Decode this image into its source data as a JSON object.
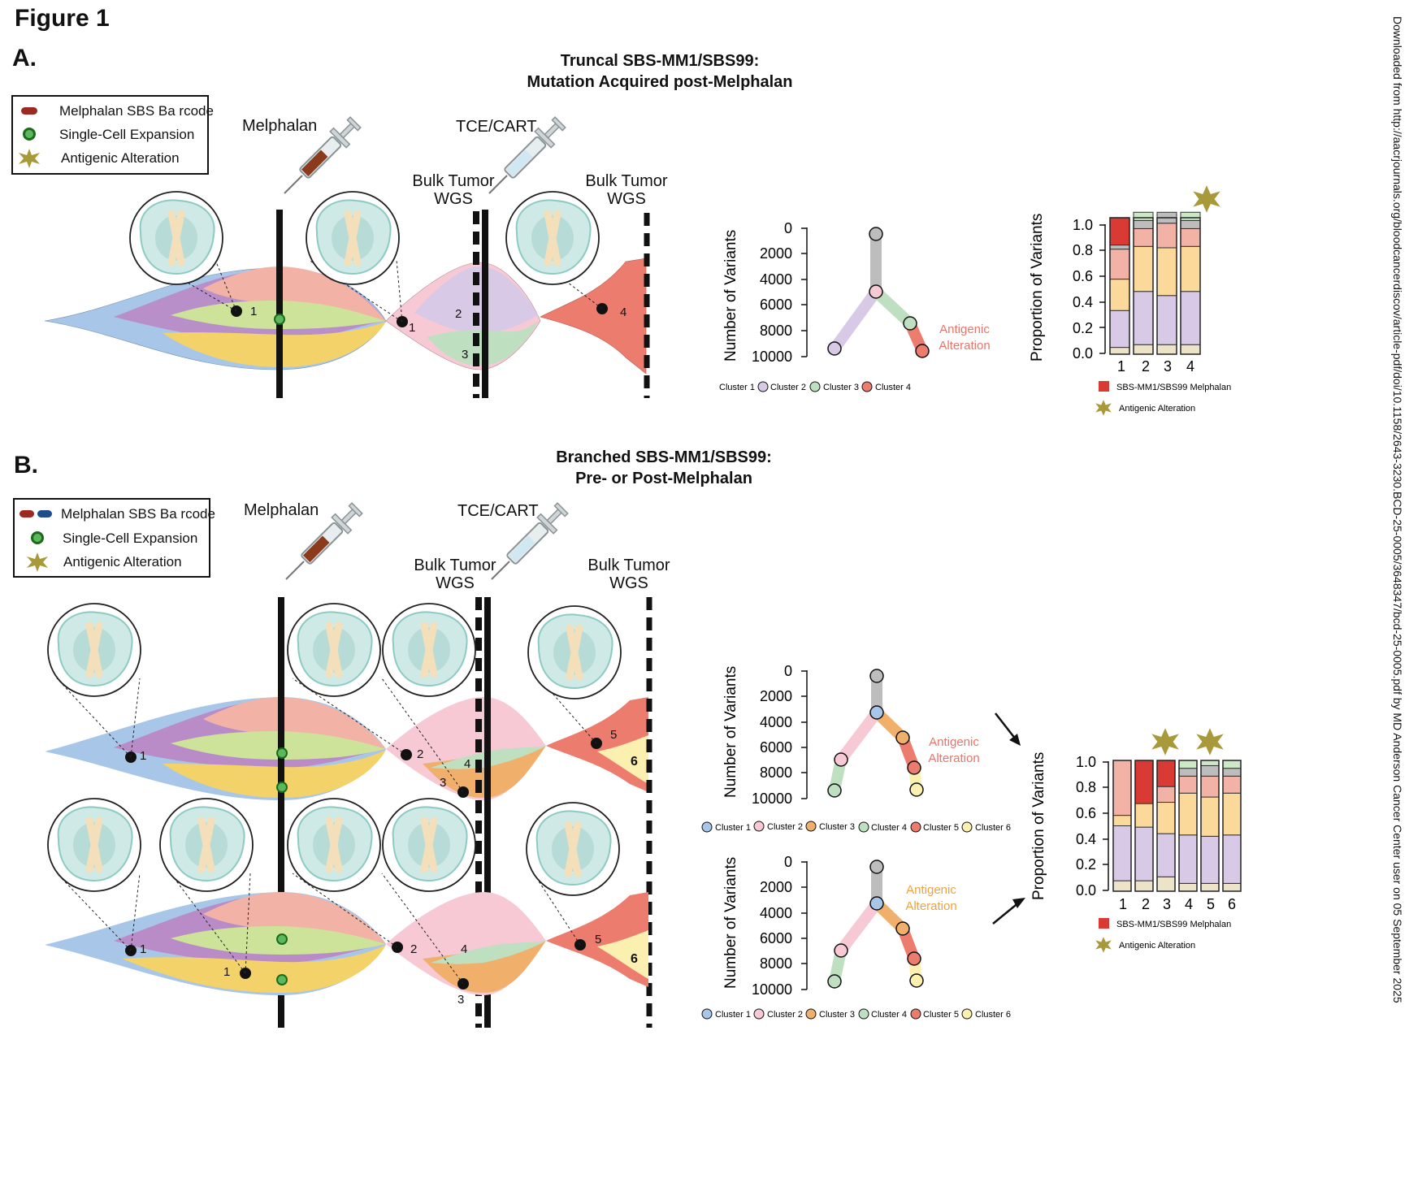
{
  "figure_title": "Figure 1",
  "side_note": "Downloaded from http://aacrjournals.org/bloodcancerdiscov/article-pdf/doi/10.1158/2643-3230.BCD-25-0005/3648347/bcd-25-0005.pdf by MD Anderson Cancer Center user on 05 September 2025",
  "colors": {
    "cluster1": "#f6c9d4",
    "cluster2": "#d8c9e6",
    "cluster3": "#bfe0c0",
    "cluster4_a": "#ec7d6e",
    "cluster3_b": "#f0b06c",
    "cluster6": "#fbf0b0",
    "blue": "#a8c6e8",
    "purple": "#b98cc8",
    "salmon": "#f2b3a6",
    "green": "#cde39a",
    "yellow": "#f4d26a",
    "melphalan_red": "#d93a34",
    "antigenic": "#a89a3a",
    "gray": "#bdbdbd"
  },
  "panel_a": {
    "letter": "A.",
    "title_line1": "Truncal SBS-MM1/SBS99:",
    "title_line2": "Mutation Acquired post-Melphalan",
    "legend": [
      "Melphalan SBS Ba   rcode",
      "Single-Cell Expansion",
      "Antigenic Alteration"
    ],
    "melphalan": "Melphalan",
    "tce": "TCE/CART",
    "bulk1_l1": "Bulk Tumor",
    "bulk1_l2": "WGS",
    "bulk2_l1": "Bulk Tumor",
    "bulk2_l2": "WGS",
    "fish_numbers": [
      "1",
      "1",
      "2",
      "3",
      "4"
    ],
    "tree": {
      "ylabel": "Number of Variants",
      "ticks": [
        "0",
        "2000",
        "4000",
        "6000",
        "8000",
        "10000"
      ],
      "annotation_l1": "Antigenic",
      "annotation_l2": "Alteration",
      "legend": [
        "Cluster 1",
        "Cluster 2",
        "Cluster 3",
        "Cluster 4"
      ]
    },
    "bars": {
      "ylabel": "Proportion of Variants",
      "ticks": [
        "0.0",
        "0.2",
        "0.4",
        "0.6",
        "0.8",
        "1.0"
      ],
      "categories": [
        "1",
        "2",
        "3",
        "4"
      ],
      "legend_melphalan": "SBS-MM1/SBS99 Melphalan",
      "legend_antigenic": "Antigenic Alteration"
    }
  },
  "panel_b": {
    "letter": "B.",
    "title_line1": "Branched SBS-MM1/SBS99:",
    "title_line2": "Pre- or Post-Melphalan",
    "legend": [
      "Melphalan SBS Ba   rcode",
      "Single-Cell Expansion",
      "Antigenic Alteration"
    ],
    "melphalan": "Melphalan",
    "tce": "TCE/CART",
    "bulk1_l1": "Bulk Tumor",
    "bulk1_l2": "WGS",
    "bulk2_l1": "Bulk Tumor",
    "bulk2_l2": "WGS",
    "fish_top_numbers": [
      "1",
      "2",
      "4",
      "3",
      "5",
      "6"
    ],
    "fish_bottom_numbers": [
      "1",
      "1",
      "2",
      "4",
      "3",
      "5",
      "6"
    ],
    "tree_top": {
      "ylabel": "Number of Variants",
      "ticks": [
        "0",
        "2000",
        "4000",
        "6000",
        "8000",
        "10000"
      ],
      "annotation_l1": "Antigenic",
      "annotation_l2": "Alteration",
      "legend": [
        "Cluster 1",
        "Cluster 2",
        "Cluster 3",
        "Cluster 4",
        "Cluster 5",
        "Cluster 6"
      ]
    },
    "tree_bottom": {
      "ylabel": "Number of Variants",
      "ticks": [
        "0",
        "2000",
        "4000",
        "6000",
        "8000",
        "10000"
      ],
      "annotation_l1": "Antigenic",
      "annotation_l2": "Alteration",
      "legend": [
        "Cluster 1",
        "Cluster 2",
        "Cluster 3",
        "Cluster 4",
        "Cluster 5",
        "Cluster 6"
      ]
    },
    "bars": {
      "ylabel": "Proportion of Variants",
      "ticks": [
        "0.0",
        "0.2",
        "0.4",
        "0.6",
        "0.8",
        "1.0"
      ],
      "categories": [
        "1",
        "2",
        "3",
        "4",
        "5",
        "6"
      ],
      "legend_melphalan": "SBS-MM1/SBS99 Melphalan",
      "legend_antigenic": "Antigenic Alteration"
    }
  },
  "chart_data": [
    {
      "type": "bar",
      "stacked": true,
      "categories": [
        "1",
        "2",
        "3",
        "4"
      ],
      "ylim": [
        0,
        1
      ],
      "ylabel": "Proportion of Variants",
      "series": [
        {
          "color": "#ece3c8",
          "values": [
            0.05,
            0.07,
            0.07,
            0.07
          ]
        },
        {
          "color": "#d8c9e6",
          "values": [
            0.27,
            0.39,
            0.36,
            0.39
          ]
        },
        {
          "color": "#fbd99a",
          "values": [
            0.23,
            0.33,
            0.35,
            0.33
          ]
        },
        {
          "color": "#f2b3a6",
          "values": [
            0.22,
            0.13,
            0.18,
            0.13
          ]
        },
        {
          "color": "#bdbdbd",
          "values": [
            0.03,
            0.06,
            0.08,
            0.06
          ]
        },
        {
          "color": "#d93a34",
          "values": [
            0.2,
            0.0,
            0.0,
            0.0
          ]
        },
        {
          "color": "#cde8c6",
          "values": [
            0.0,
            0.06,
            0.0,
            0.06
          ]
        }
      ],
      "antigenic_marker_bars": [
        "4"
      ]
    },
    {
      "type": "bar",
      "stacked": true,
      "categories": [
        "1",
        "2",
        "3",
        "4",
        "5",
        "6"
      ],
      "ylim": [
        0,
        1
      ],
      "ylabel": "Proportion of Variants",
      "series": [
        {
          "color": "#ece3c8",
          "values": [
            0.08,
            0.08,
            0.11,
            0.06,
            0.06,
            0.06
          ]
        },
        {
          "color": "#d8c9e6",
          "values": [
            0.42,
            0.41,
            0.33,
            0.37,
            0.36,
            0.37
          ]
        },
        {
          "color": "#fbd99a",
          "values": [
            0.08,
            0.18,
            0.24,
            0.32,
            0.3,
            0.32
          ]
        },
        {
          "color": "#f2b3a6",
          "values": [
            0.42,
            0.0,
            0.12,
            0.13,
            0.16,
            0.13
          ]
        },
        {
          "color": "#bdbdbd",
          "values": [
            0.0,
            0.0,
            0.0,
            0.06,
            0.08,
            0.06
          ]
        },
        {
          "color": "#d93a34",
          "values": [
            0.0,
            0.33,
            0.2,
            0.0,
            0.0,
            0.0
          ]
        },
        {
          "color": "#cde8c6",
          "values": [
            0.0,
            0.0,
            0.0,
            0.06,
            0.04,
            0.06
          ]
        }
      ],
      "antigenic_marker_bars": [
        "3",
        "5"
      ]
    }
  ]
}
